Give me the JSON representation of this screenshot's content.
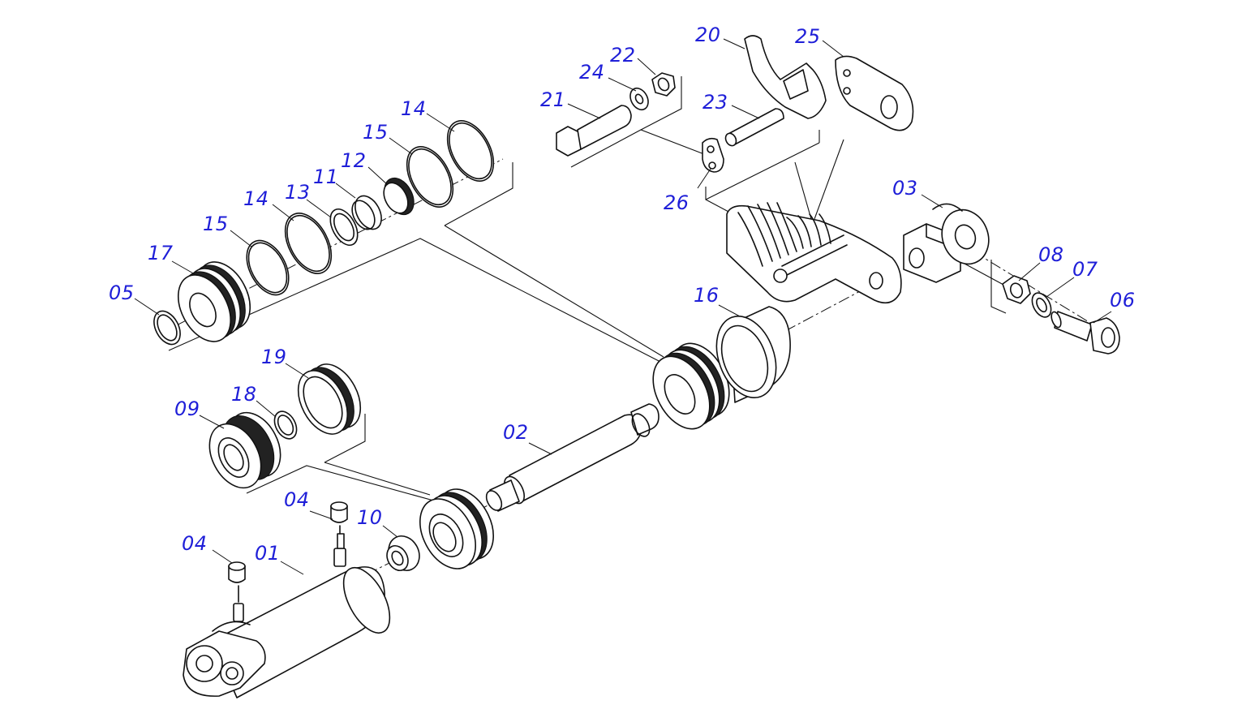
{
  "diagram": {
    "part_labels": [
      {
        "id": "p20",
        "text": "20"
      },
      {
        "id": "p25",
        "text": "25"
      },
      {
        "id": "p22",
        "text": "22"
      },
      {
        "id": "p24",
        "text": "24"
      },
      {
        "id": "p21",
        "text": "21"
      },
      {
        "id": "p23",
        "text": "23"
      },
      {
        "id": "p26",
        "text": "26"
      },
      {
        "id": "p14a",
        "text": "14"
      },
      {
        "id": "p15a",
        "text": "15"
      },
      {
        "id": "p12",
        "text": "12"
      },
      {
        "id": "p11",
        "text": "11"
      },
      {
        "id": "p13",
        "text": "13"
      },
      {
        "id": "p14b",
        "text": "14"
      },
      {
        "id": "p15b",
        "text": "15"
      },
      {
        "id": "p17",
        "text": "17"
      },
      {
        "id": "p05",
        "text": "05"
      },
      {
        "id": "p03",
        "text": "03"
      },
      {
        "id": "p08",
        "text": "08"
      },
      {
        "id": "p07",
        "text": "07"
      },
      {
        "id": "p06",
        "text": "06"
      },
      {
        "id": "p16",
        "text": "16"
      },
      {
        "id": "p19",
        "text": "19"
      },
      {
        "id": "p18",
        "text": "18"
      },
      {
        "id": "p09",
        "text": "09"
      },
      {
        "id": "p02",
        "text": "02"
      },
      {
        "id": "p04a",
        "text": "04"
      },
      {
        "id": "p10",
        "text": "10"
      },
      {
        "id": "p04b",
        "text": "04"
      },
      {
        "id": "p01",
        "text": "01"
      }
    ]
  }
}
